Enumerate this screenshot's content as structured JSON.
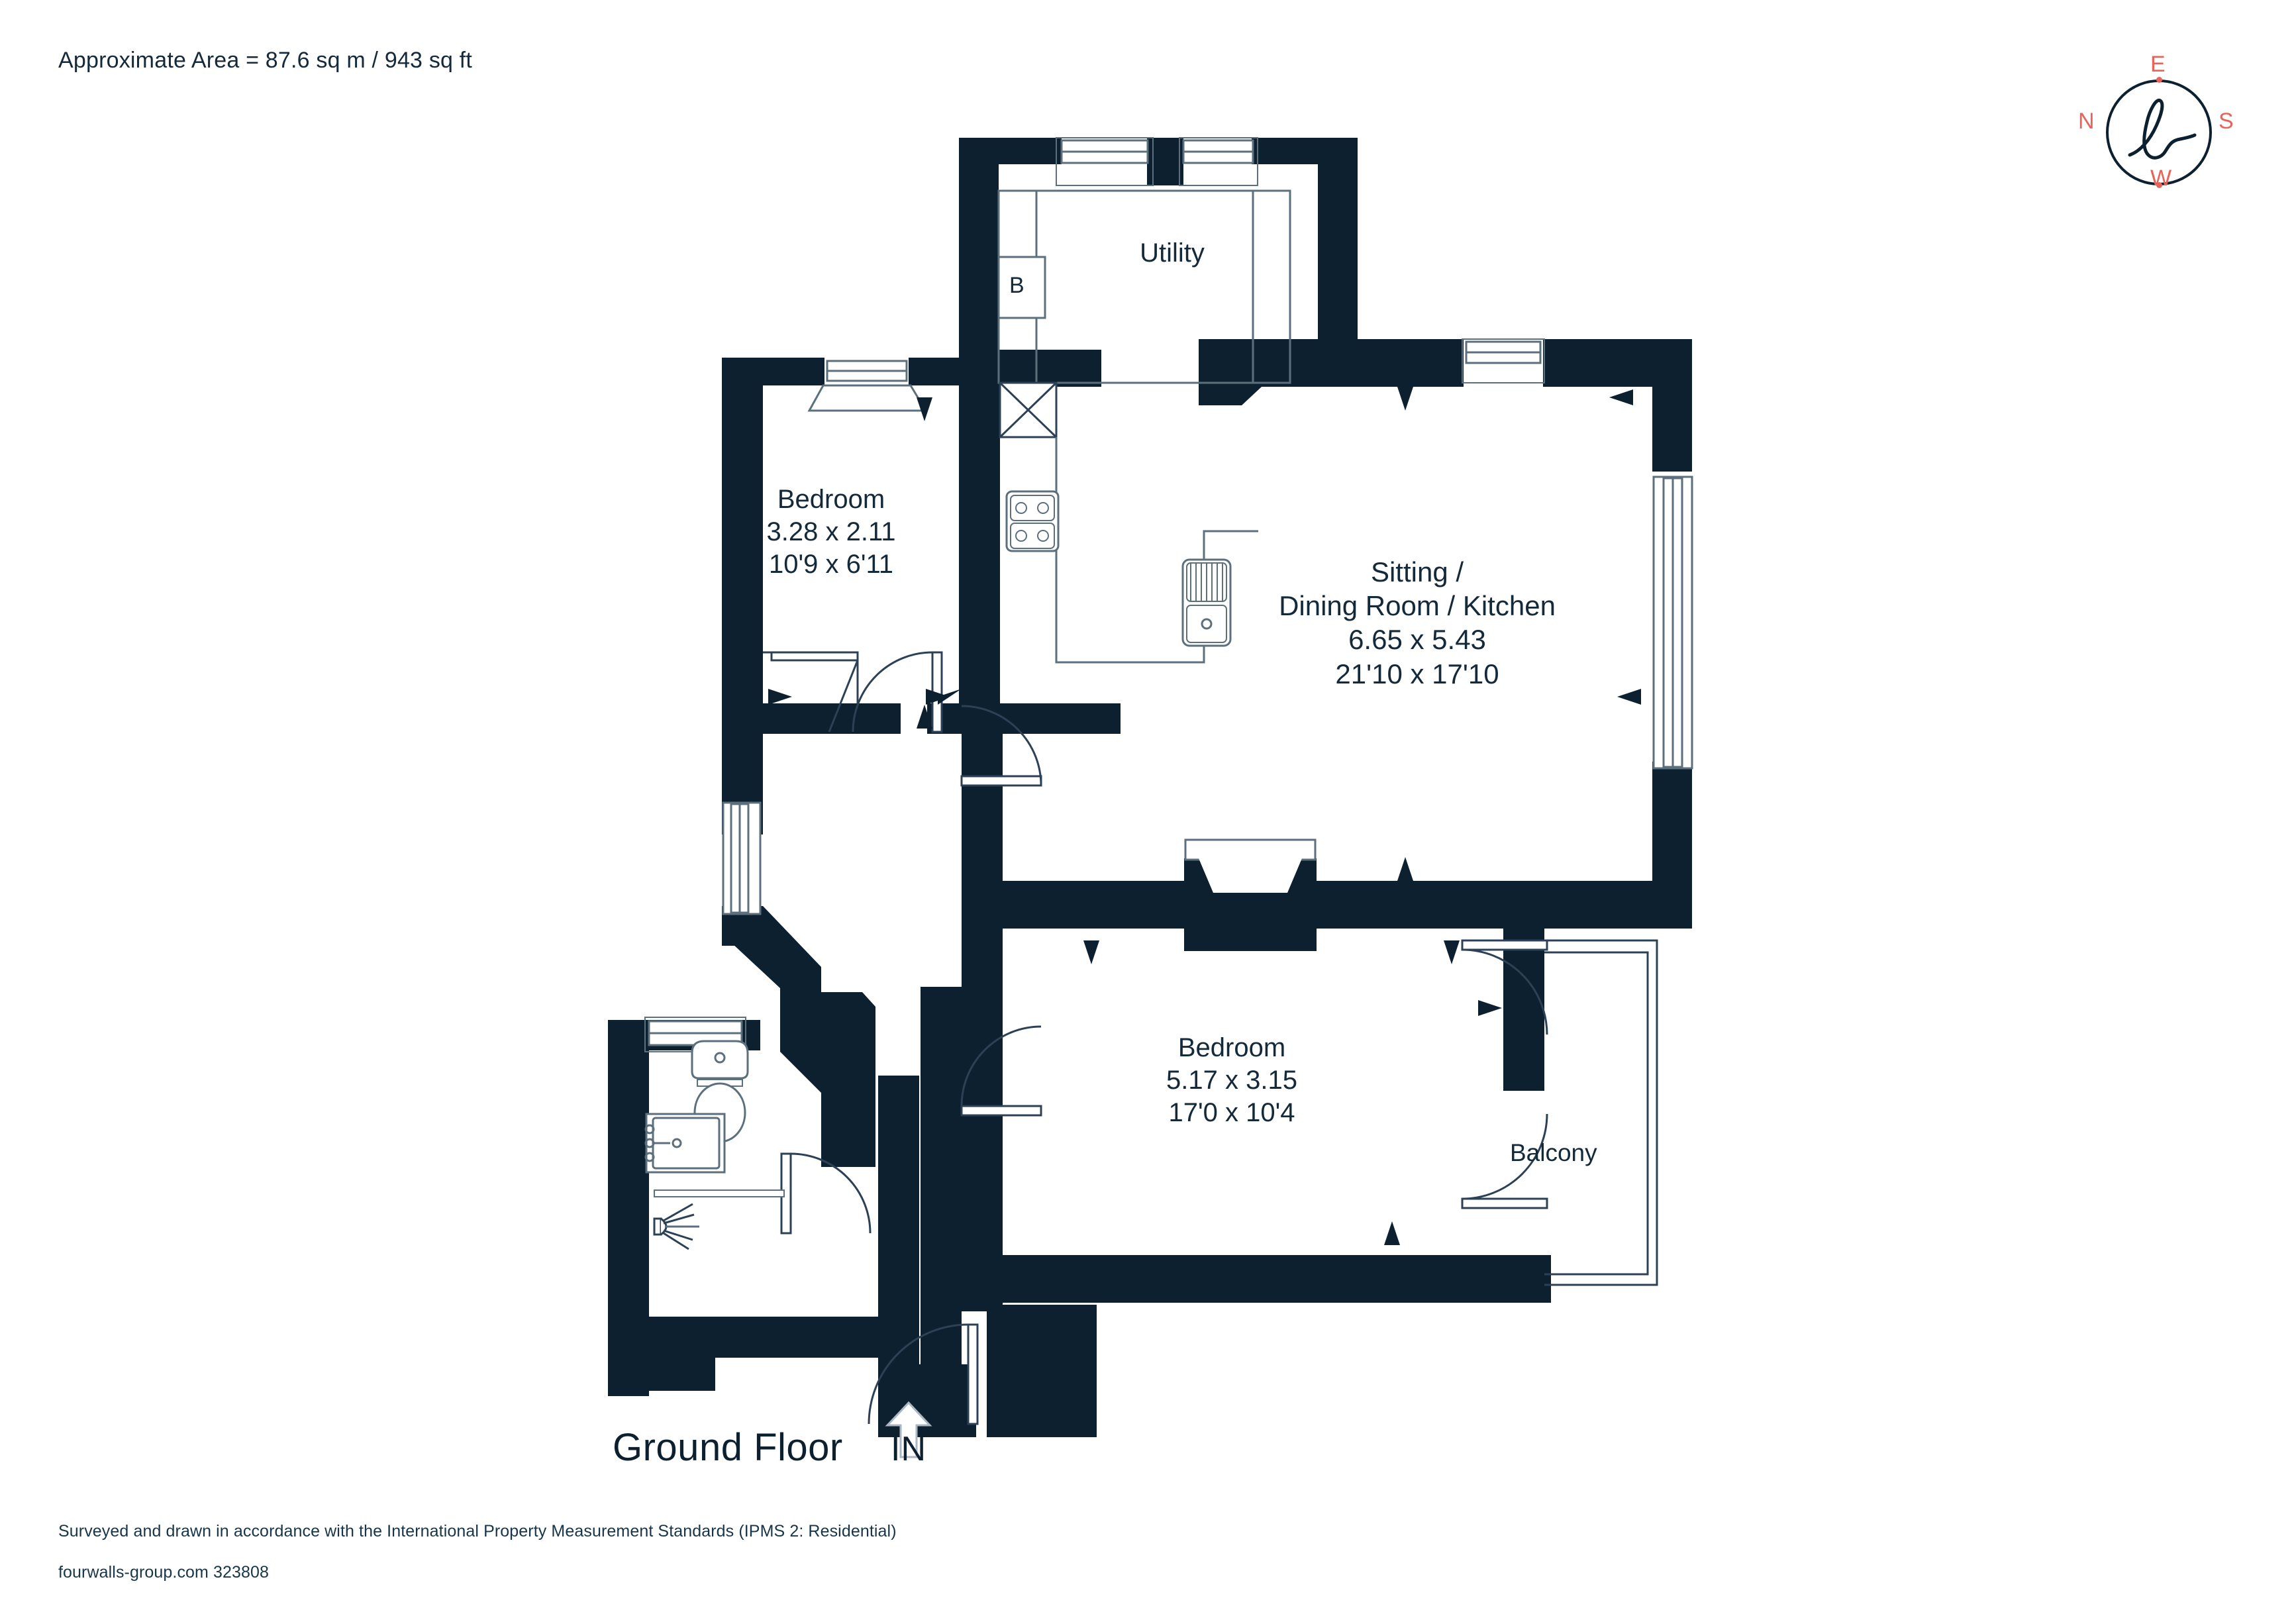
{
  "header": {
    "area_text": "Approximate Area = 87.6 sq m / 943 sq ft"
  },
  "compass": {
    "name": "compass-rose",
    "top_label": "E",
    "left_label": "N",
    "right_label": "S",
    "bottom_label": "W",
    "logo": "cursive-h-monogram",
    "label_color": "#e8645a",
    "ring_color": "#0d2030"
  },
  "floor": {
    "title": "Ground Floor",
    "entrance_label": "IN"
  },
  "rooms": [
    {
      "key": "utility",
      "name": "Utility",
      "metric": "",
      "imperial": ""
    },
    {
      "key": "bedroom1",
      "name": "Bedroom",
      "metric": "3.28 x 2.11",
      "imperial": "10'9 x 6'11"
    },
    {
      "key": "sitting",
      "name_line1": "Sitting /",
      "name_line2": "Dining Room / Kitchen",
      "metric": "6.65 x 5.43",
      "imperial": "21'10 x 17'10"
    },
    {
      "key": "bedroom2",
      "name": "Bedroom",
      "metric": "5.17 x 3.15",
      "imperial": "17'0 x 10'4"
    },
    {
      "key": "balcony",
      "name": "Balcony",
      "metric": "",
      "imperial": ""
    }
  ],
  "markers": {
    "boiler": "B"
  },
  "footer": {
    "line1": "Surveyed and drawn in accordance with the International Property Measurement Standards (IPMS 2: Residential)",
    "line2": "fourwalls-group.com 323808"
  },
  "colors": {
    "wall": "#0d2030",
    "fixture_stroke": "#5c6f7d",
    "text": "#14293a",
    "accent": "#e8645a",
    "background": "#ffffff"
  }
}
